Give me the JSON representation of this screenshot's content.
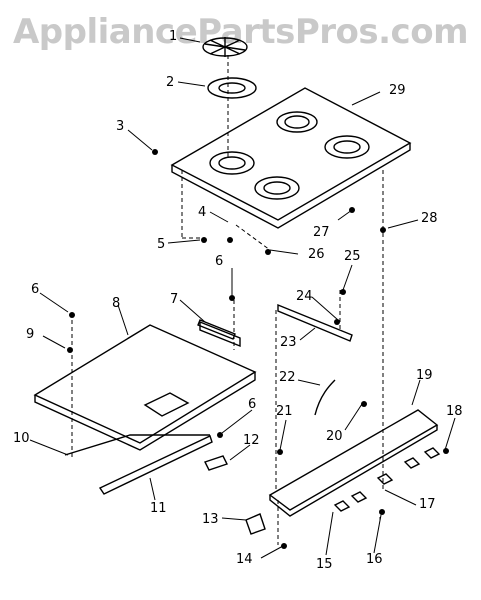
{
  "watermark": "AppliancePartsPros.com",
  "callouts": [
    "1",
    "2",
    "3",
    "4",
    "5",
    "6",
    "7",
    "8",
    "9",
    "10",
    "11",
    "12",
    "13",
    "14",
    "15",
    "16",
    "17",
    "18",
    "19",
    "20",
    "21",
    "22",
    "23",
    "24",
    "25",
    "26",
    "27",
    "28",
    "29"
  ],
  "second_6": "6",
  "third_6": "6"
}
